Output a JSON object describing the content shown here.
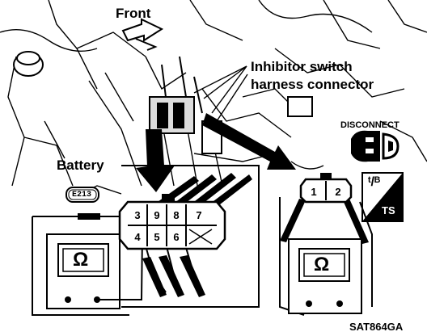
{
  "labels": {
    "front": "Front",
    "inhibitor_line1": "Inhibitor switch",
    "inhibitor_line2": "harness connector",
    "disconnect": "DISCONNECT",
    "battery": "Battery",
    "battery_code": "E213",
    "figure_code": "SAT864GA"
  },
  "ohmmeter_symbol": "Ω",
  "left_connector": {
    "top_row": [
      "3",
      "9",
      "8",
      "7"
    ],
    "bottom_row": [
      "4",
      "5",
      "6",
      ""
    ]
  },
  "right_connector": {
    "pins": [
      "1",
      "2"
    ]
  },
  "badge": {
    "top_text": "ᵗ/ᴮ",
    "bottom_text": "TS"
  }
}
